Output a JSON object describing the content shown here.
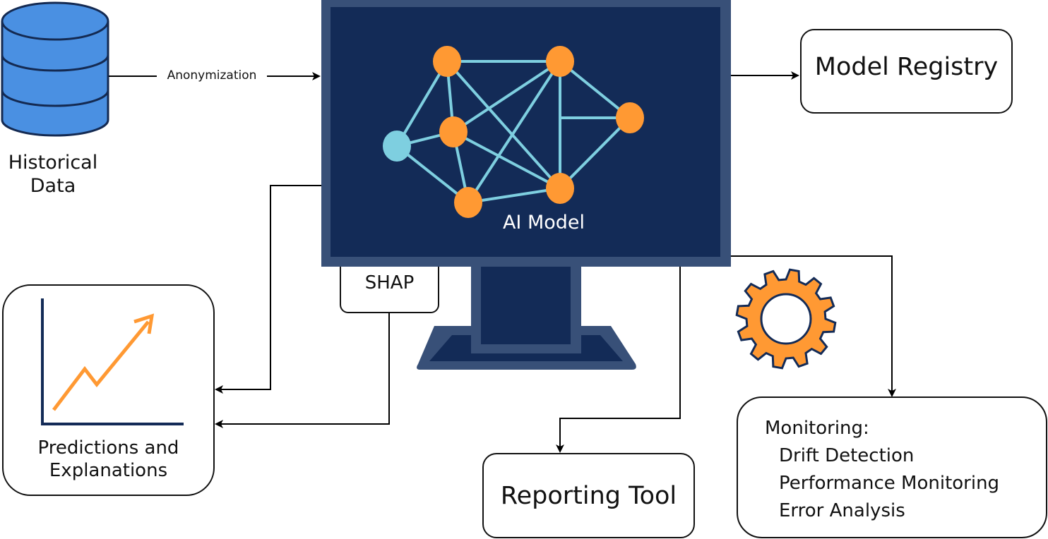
{
  "nodes": {
    "historical_data": {
      "label_line1": "Historical",
      "label_line2": "Data"
    },
    "ai_model": {
      "label": "AI Model"
    },
    "model_registry": {
      "label": "Model Registry"
    },
    "shap": {
      "label": "SHAP"
    },
    "predictions": {
      "label_line1": "Predictions and",
      "label_line2": "Explanations"
    },
    "reporting_tool": {
      "label": "Reporting Tool"
    },
    "monitoring": {
      "title": "Monitoring:",
      "items": [
        "Drift Detection",
        "Performance Monitoring",
        "Error Analysis"
      ]
    }
  },
  "edges": {
    "data_to_model": {
      "label": "Anonymization"
    }
  },
  "colors": {
    "database_fill": "#4A90E2",
    "database_stroke": "#142A52",
    "monitor_frame": "#385078",
    "monitor_screen": "#132B57",
    "node_orange": "#FF9933",
    "node_cyan": "#7ECFE0",
    "edge_cyan": "#7ECFE0",
    "chart_axis": "#132B57",
    "gear_fill": "#FF9933",
    "gear_stroke": "#132B57"
  }
}
